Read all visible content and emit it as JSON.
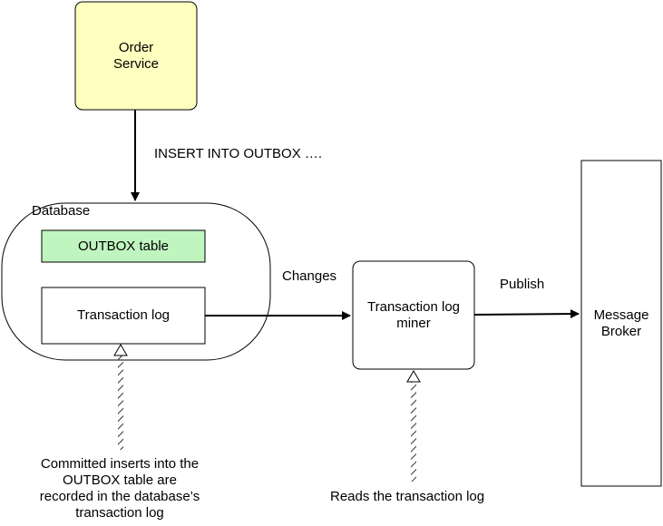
{
  "nodes": {
    "order_service": {
      "line1": "Order",
      "line2": "Service"
    },
    "database": {
      "label": "Database"
    },
    "outbox_table": {
      "label": "OUTBOX table"
    },
    "transaction_log": {
      "label": "Transaction log"
    },
    "log_miner": {
      "line1": "Transaction log",
      "line2": "miner"
    },
    "message_broker": {
      "line1": "Message",
      "line2": "Broker"
    }
  },
  "edges": {
    "insert": {
      "label": "INSERT INTO OUTBOX …."
    },
    "changes": {
      "label": "Changes"
    },
    "publish": {
      "label": "Publish"
    }
  },
  "notes": {
    "committed": {
      "line1": "Committed inserts into the",
      "line2": "OUTBOX table are",
      "line3": "recorded in the database’s",
      "line4": "transaction log"
    },
    "reads": {
      "label": "Reads the transaction log"
    }
  },
  "colors": {
    "order_service_fill": "#ffffc0",
    "outbox_fill": "#c0f5c0",
    "stroke": "#000000"
  }
}
